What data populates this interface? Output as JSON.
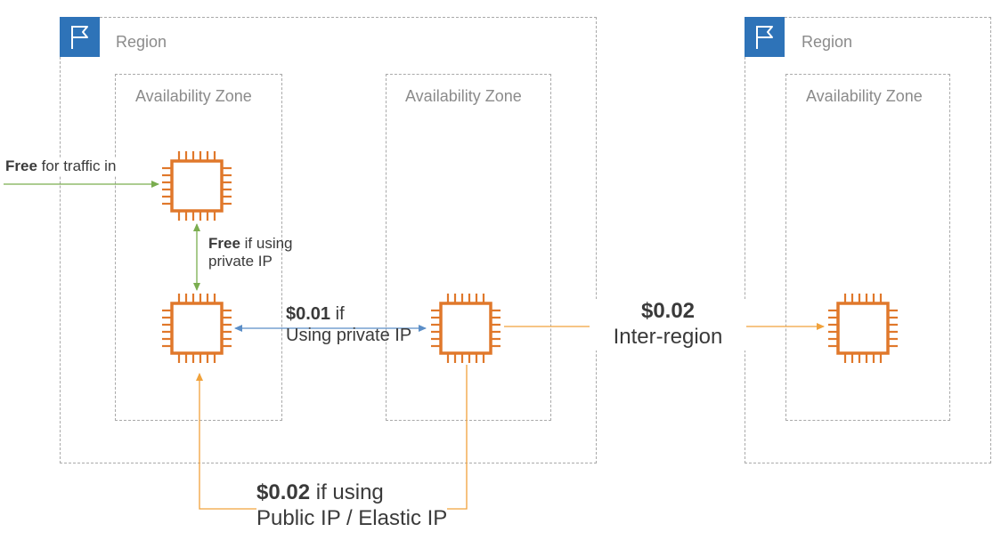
{
  "regions": [
    {
      "label": "Region",
      "icon": "region-flag-icon"
    },
    {
      "label": "Region",
      "icon": "region-flag-icon"
    }
  ],
  "availability_zones": [
    {
      "label": "Availability Zone"
    },
    {
      "label": "Availability Zone"
    },
    {
      "label": "Availability Zone"
    }
  ],
  "labels": {
    "traffic_in": {
      "bold": "Free",
      "rest": " for traffic in"
    },
    "private_same_az": {
      "bold": "Free",
      "rest": " if using",
      "line2": "private IP"
    },
    "cross_az": {
      "bold": "$0.01",
      "rest": " if",
      "line2": "Using private IP"
    },
    "public_ip": {
      "bold": "$0.02",
      "rest": " if using",
      "line2": "Public IP / Elastic IP"
    },
    "inter_region": {
      "bold": "$0.02",
      "line2": "Inter-region"
    }
  },
  "colors": {
    "flag": "#2e73b8",
    "ec2": "#e0782b",
    "green_arrow": "#7aad4f",
    "blue_arrow": "#5b8ec7",
    "orange_arrow": "#f0a23c",
    "border": "#a9a9a9"
  }
}
